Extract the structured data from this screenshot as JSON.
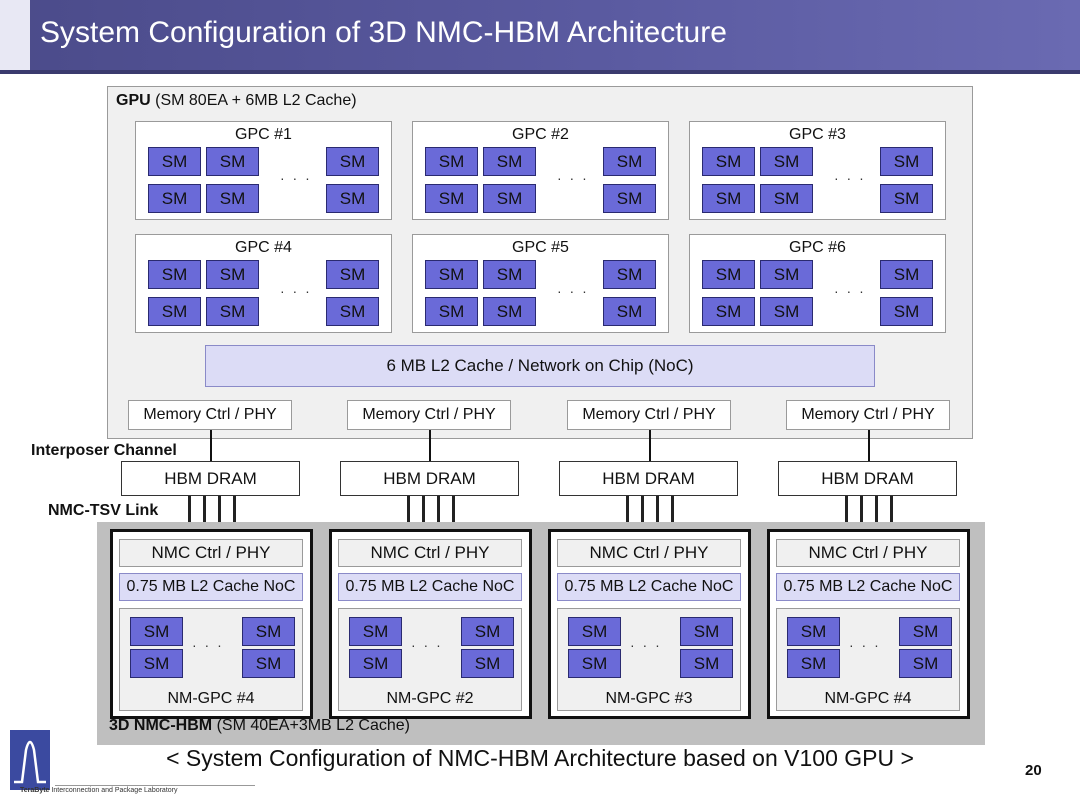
{
  "header": {
    "title": "System Configuration of 3D NMC-HBM Architecture"
  },
  "gpu": {
    "label_bold": "GPU",
    "label_rest": "(SM 80EA + 6MB L2 Cache)",
    "gpcs": [
      {
        "title": "GPC #1"
      },
      {
        "title": "GPC #2"
      },
      {
        "title": "GPC #3"
      },
      {
        "title": "GPC #4"
      },
      {
        "title": "GPC #5"
      },
      {
        "title": "GPC #6"
      }
    ],
    "sm_label": "SM",
    "ellipsis": "· · ·",
    "noc": "6 MB L2 Cache / Network on Chip (NoC)",
    "memory_ctrls": [
      "Memory Ctrl / PHY",
      "Memory Ctrl / PHY",
      "Memory Ctrl / PHY",
      "Memory Ctrl / PHY"
    ]
  },
  "interposer_label": "Interposer Channel",
  "hbm": [
    "HBM DRAM",
    "HBM DRAM",
    "HBM DRAM",
    "HBM DRAM"
  ],
  "tsv_label": "NMC-TSV Link",
  "nmc": {
    "label_bold": "3D NMC-HBM",
    "label_rest": "(SM 40EA+3MB L2 Cache)",
    "stacks": [
      {
        "ctrl": "NMC Ctrl / PHY",
        "cache": "0.75 MB L2 Cache NoC",
        "gpc": "NM-GPC #4"
      },
      {
        "ctrl": "NMC Ctrl / PHY",
        "cache": "0.75 MB L2 Cache NoC",
        "gpc": "NM-GPC #2"
      },
      {
        "ctrl": "NMC Ctrl / PHY",
        "cache": "0.75 MB L2 Cache NoC",
        "gpc": "NM-GPC #3"
      },
      {
        "ctrl": "NMC Ctrl / PHY",
        "cache": "0.75 MB L2 Cache NoC",
        "gpc": "NM-GPC #4"
      }
    ]
  },
  "caption": "< System Configuration of NMC-HBM Architecture based on V100 GPU >",
  "page_number": "20",
  "footer": {
    "logo_text": "TeraByte",
    "lab_text": "Interconnection and Package Laboratory"
  },
  "colors": {
    "sm_fill": "#6a6ad8",
    "title_bar": "#4b4b8a",
    "cache_fill": "#dcdcf6"
  }
}
